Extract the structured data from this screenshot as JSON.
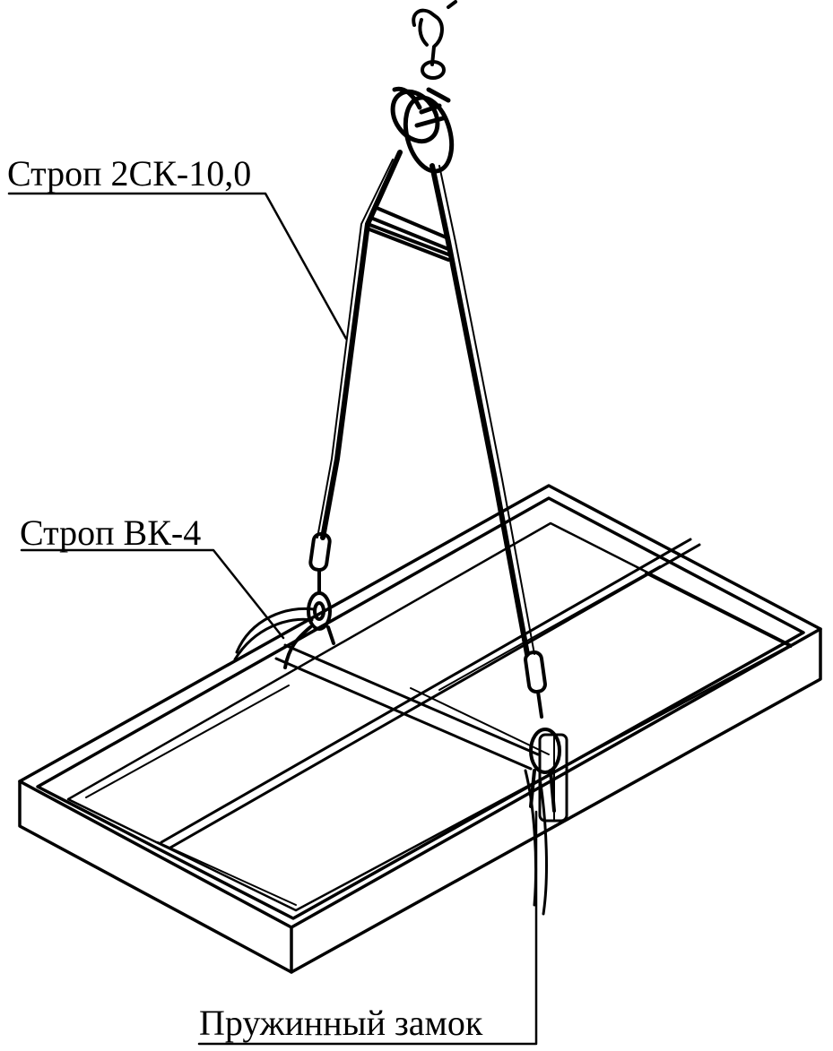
{
  "labels": {
    "sling_2sk": "Строп 2СК-10,0",
    "sling_vk4": "Строп ВК-4",
    "spring_lock": "Пружинный замок"
  }
}
